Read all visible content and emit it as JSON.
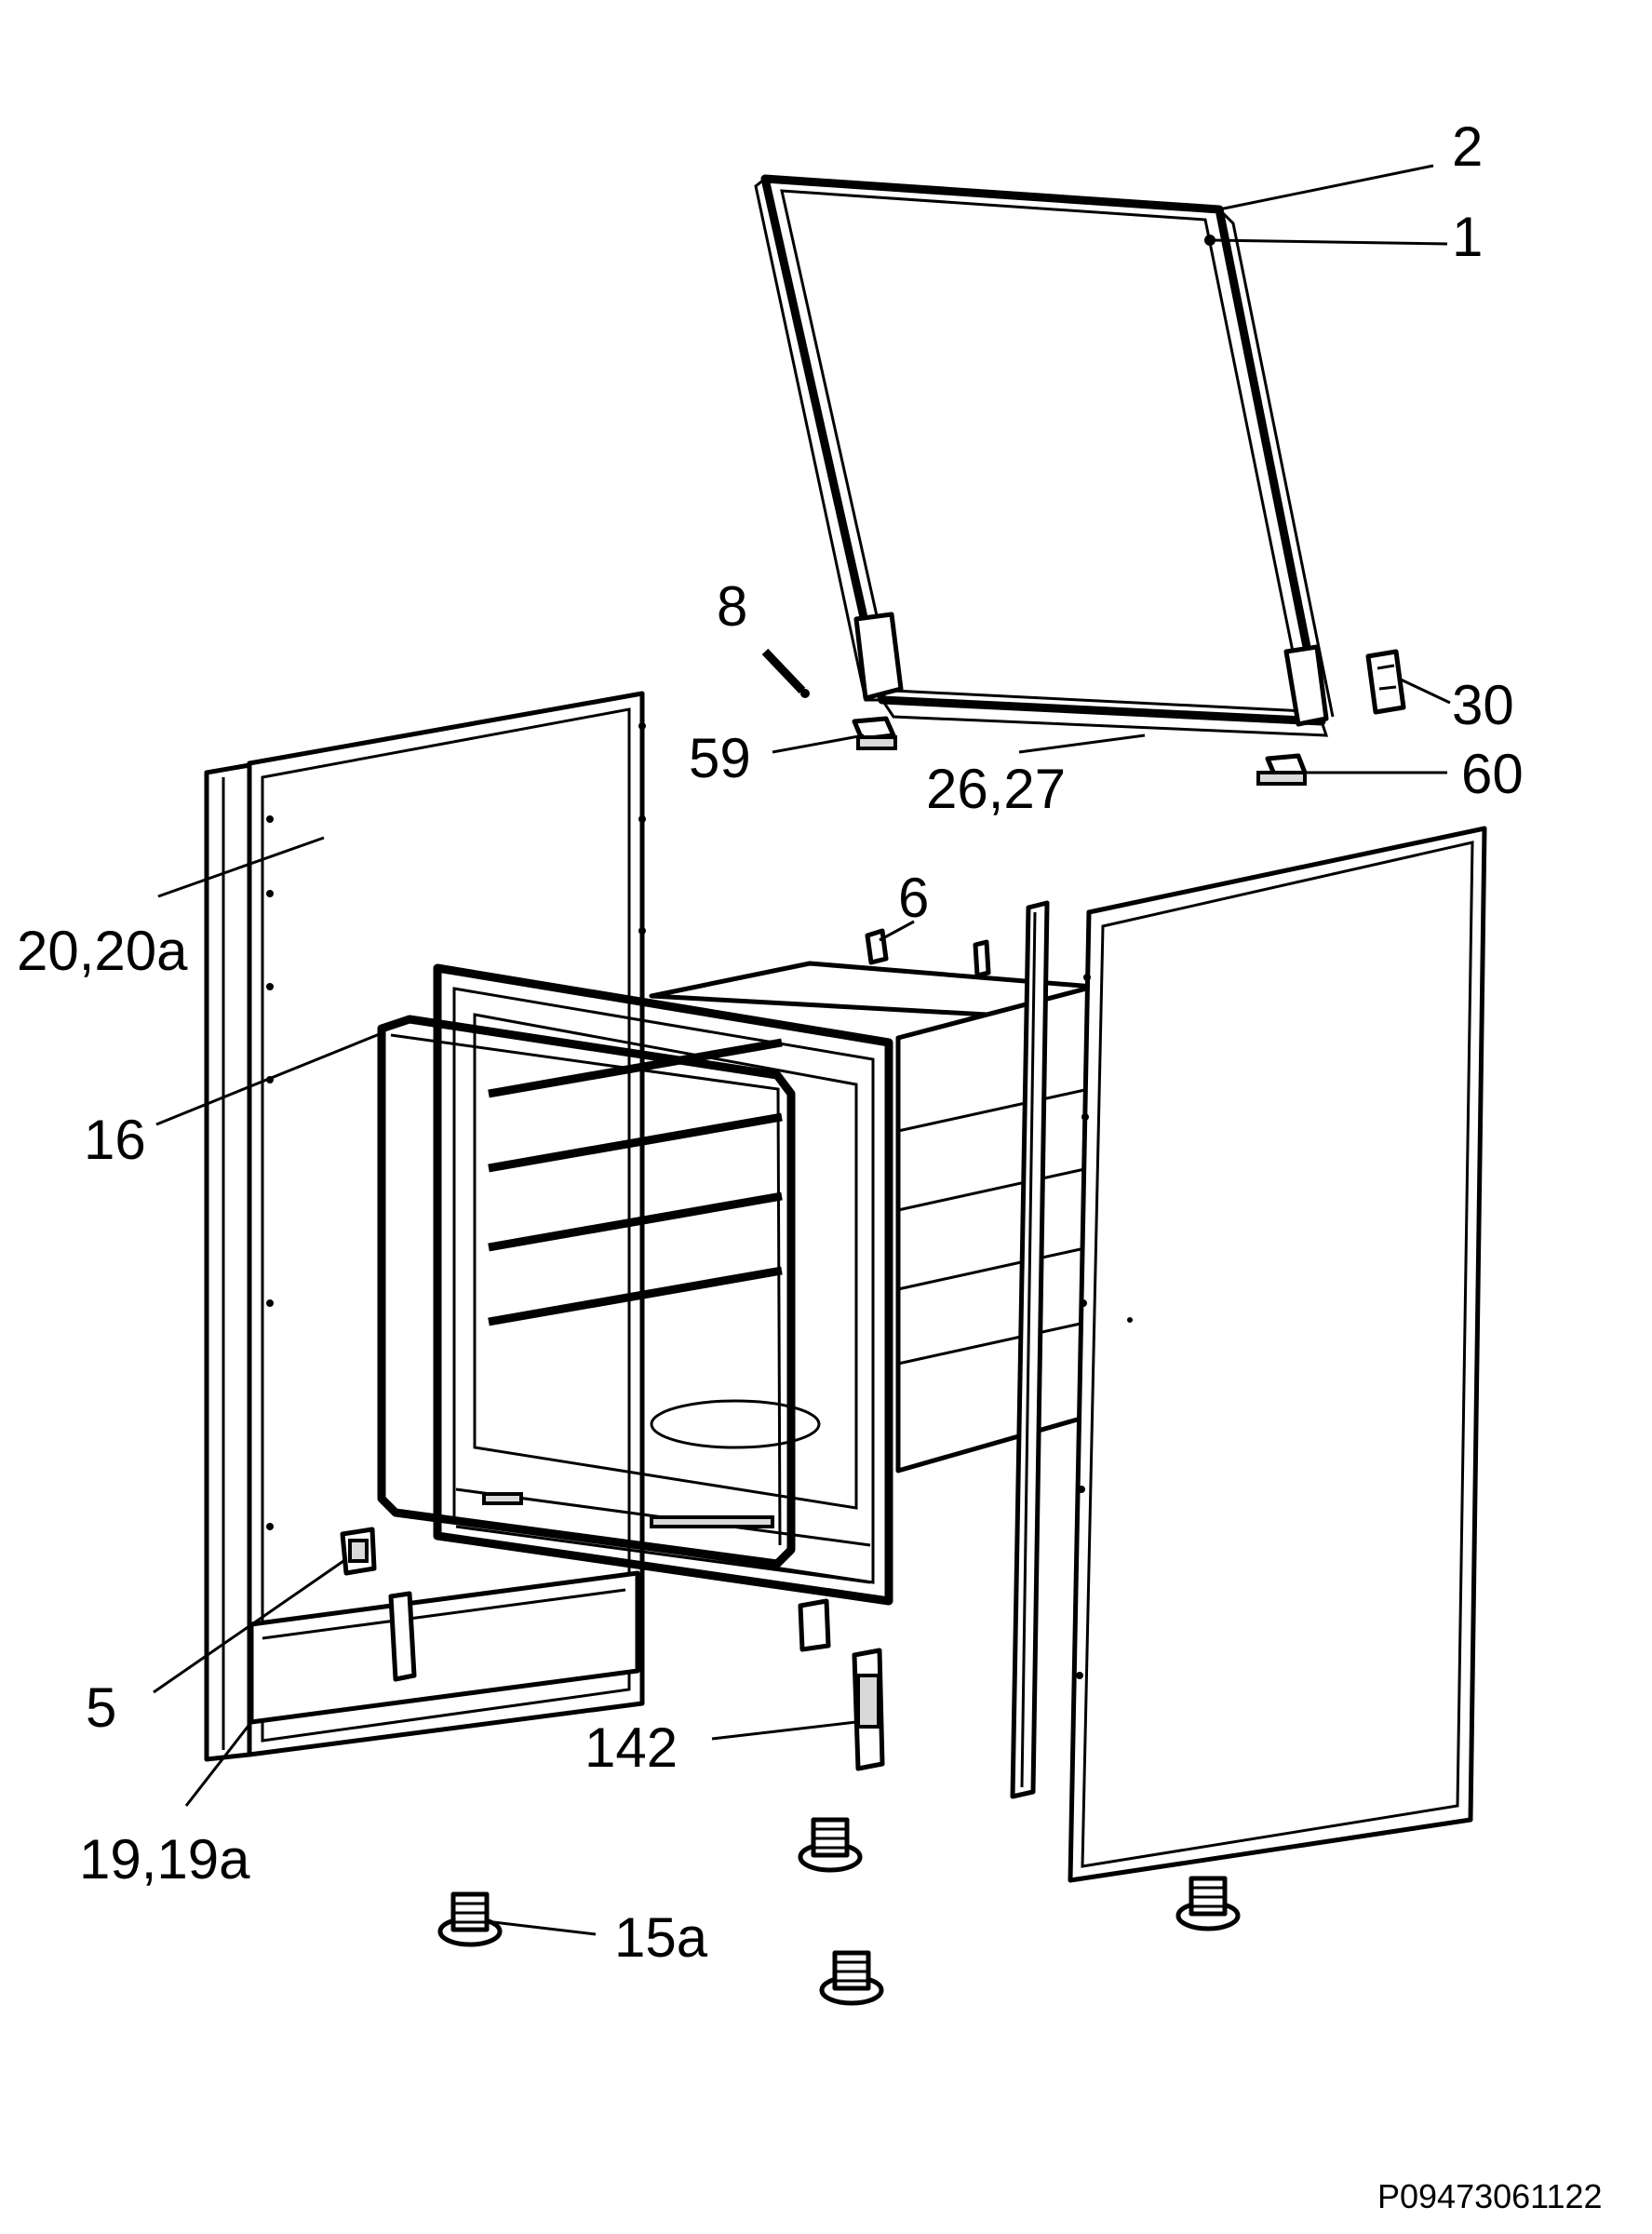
{
  "labels": {
    "p2": "2",
    "p1": "1",
    "p8": "8",
    "p30": "30",
    "p59": "59",
    "p26_27": "26,27",
    "p60": "60",
    "p6": "6",
    "p20_20a": "20,20a",
    "p16": "16",
    "p5": "5",
    "p142": "142",
    "p19_19a": "19,19a",
    "p15a": "15a"
  },
  "drawing_code": "P09473061122"
}
